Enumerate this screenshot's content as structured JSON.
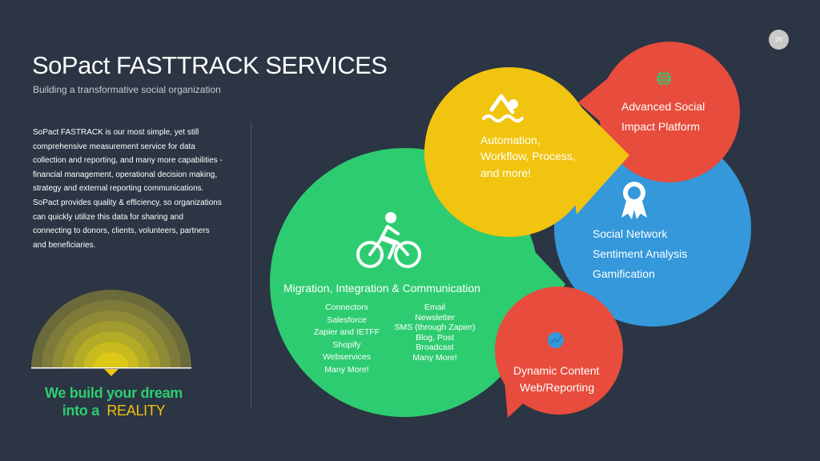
{
  "page_number": "26",
  "header": {
    "title": "SoPact FASTTRACK SERVICES",
    "subtitle": "Building a transformative social organization"
  },
  "description_lines": [
    "SoPact FASTRACK is our most simple, yet still",
    "comprehensive measurement service  for data",
    "collection and reporting, and many more capabilities -",
    "financial management, operational decision making,",
    "strategy and external reporting communications.",
    "SoPact provides quality & efficiency, so organizations",
    "can quickly utilize this data for sharing and",
    "connecting to donors, clients, volunteers, partners",
    "and beneficiaries."
  ],
  "tagline": {
    "line1": "We build your dream",
    "line2_prefix": "into a",
    "line2_highlight": "REALITY"
  },
  "bubbles": {
    "advanced": {
      "line1": "Advanced Social",
      "line2": "Impact Platform",
      "icon": "globe-icon",
      "color": "#e74c3c"
    },
    "automation": {
      "line1": "Automation,",
      "line2": "Workflow, Process,",
      "line3": "and more!",
      "icon": "swimmer-icon",
      "color": "#f1c40f"
    },
    "social": {
      "line1": "Social Network",
      "line2": "Sentiment Analysis",
      "line3": "Gamification",
      "icon": "award-ribbon-icon",
      "color": "#3498db"
    },
    "migration": {
      "title": "Migration, Integration & Communication",
      "icon": "cyclist-icon",
      "color": "#2ecc71",
      "col1": [
        "Connectors",
        "Salesforce",
        "Zapier and IETFF",
        "Shopify",
        "Webservices",
        "Many More!"
      ],
      "col2": [
        "Email",
        "Newsletter",
        "SMS (through Zapier)",
        "Blog, Post",
        "Broadcast",
        "Many More!"
      ]
    },
    "dynamic": {
      "line1": "Dynamic Content",
      "line2": "Web/Reporting",
      "icon": "chart-icon",
      "color": "#e74c3c"
    }
  }
}
